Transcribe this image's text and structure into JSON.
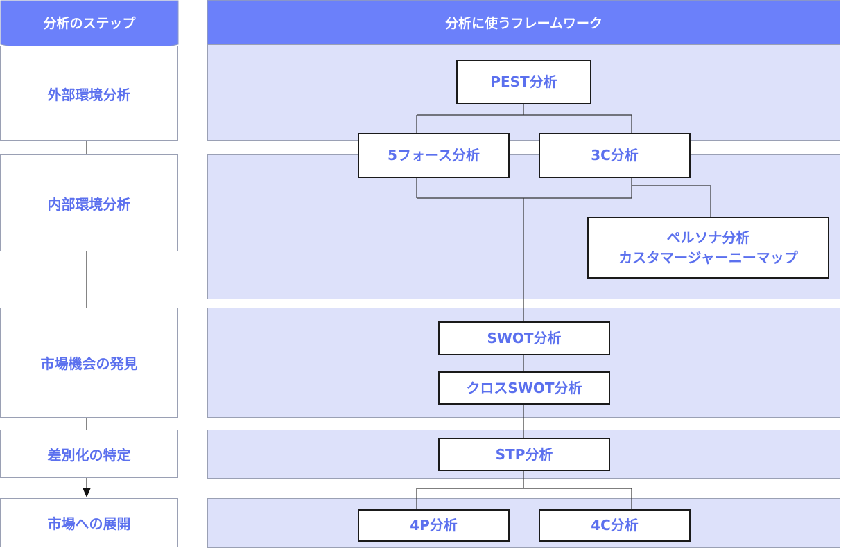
{
  "header": {
    "steps_title": "分析のステップ",
    "frameworks_title": "分析に使うフレームワーク"
  },
  "steps": [
    {
      "label": "外部環境分析"
    },
    {
      "label": "内部環境分析"
    },
    {
      "label": "市場機会の発見"
    },
    {
      "label": "差別化の特定"
    },
    {
      "label": "市場への展開"
    }
  ],
  "frameworks": {
    "pest": "PEST分析",
    "five_forces": "5フォース分析",
    "three_c": "3C分析",
    "persona_line1": "ペルソナ分析",
    "persona_line2": "カスタマージャーニーマップ",
    "swot": "SWOT分析",
    "cross_swot": "クロスSWOT分析",
    "stp": "STP分析",
    "four_p": "4P分析",
    "four_c": "4C分析"
  },
  "colors": {
    "header_bg": "#6b80fa",
    "band_bg": "#dde1fa",
    "text_accent": "#5b70ee"
  }
}
